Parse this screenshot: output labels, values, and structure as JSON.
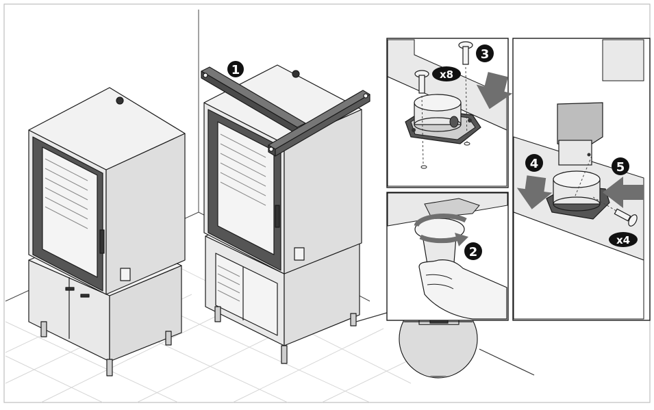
{
  "steps": [
    {
      "number": "1"
    },
    {
      "number": "2"
    },
    {
      "number": "3"
    },
    {
      "number": "4"
    },
    {
      "number": "5"
    }
  ],
  "quantities": {
    "screws_foot": "x8",
    "screws_collar": "x4"
  },
  "colors": {
    "line": "#1a1a1a",
    "panel": "#e9e9e9",
    "panel_dark": "#cfcfcf",
    "glass": "#f4f4f4",
    "callout_fill": "#111111",
    "callout_text": "#ffffff",
    "arrow": "#6f6f6f",
    "floor_grid": "#d6d6d6",
    "skin": "#f3f3f3"
  },
  "icons": [
    "lifting-bar-icon",
    "screw-icon",
    "foot-collar-icon",
    "rotation-arrow-icon",
    "push-arrow-icon"
  ]
}
